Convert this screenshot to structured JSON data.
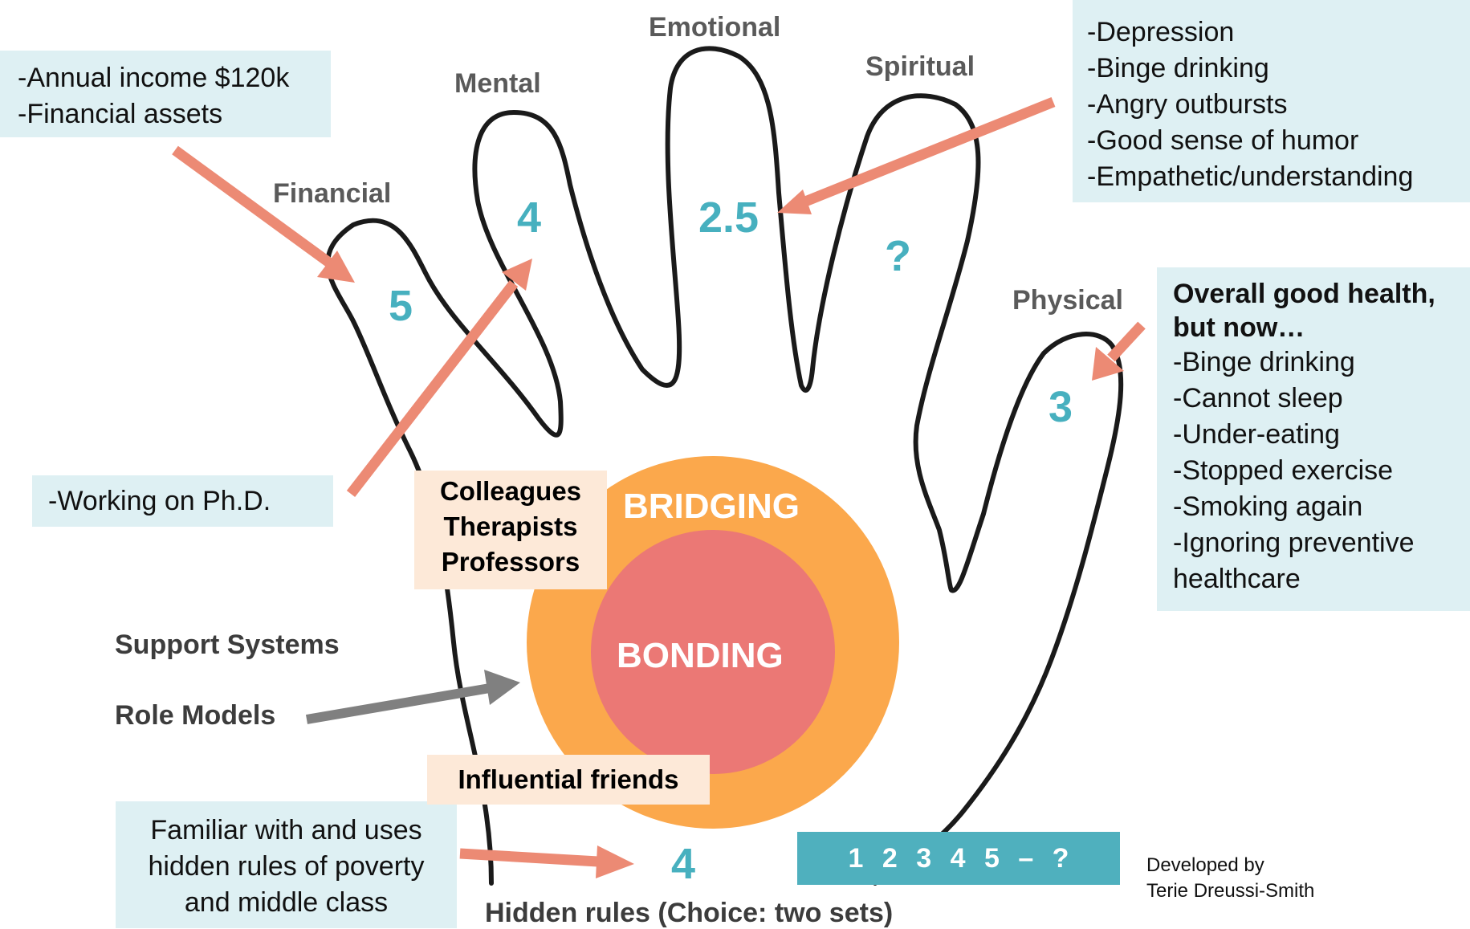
{
  "fingers": {
    "financial": {
      "label": "Financial",
      "score": "5"
    },
    "mental": {
      "label": "Mental",
      "score": "4"
    },
    "emotional": {
      "label": "Emotional",
      "score": "2.5"
    },
    "spiritual": {
      "label": "Spiritual",
      "score": "?"
    },
    "physical": {
      "label": "Physical",
      "score": "3"
    }
  },
  "notes": {
    "financial": [
      "-Annual income $120k",
      "-Financial assets"
    ],
    "emotional": [
      "-Depression",
      "-Binge drinking",
      "-Angry outbursts",
      "-Good sense of humor",
      "-Empathetic/understanding"
    ],
    "mental": [
      "-Working on Ph.D."
    ],
    "physical_heading": [
      "Overall good health,",
      "but now…"
    ],
    "physical": [
      "-Binge drinking",
      "-Cannot sleep",
      "-Under-eating",
      "-Stopped exercise",
      "-Smoking again",
      "-Ignoring preventive",
      "healthcare"
    ],
    "hidden_rules": [
      "Familiar with and uses",
      "hidden rules of poverty",
      "and middle class"
    ]
  },
  "circles": {
    "outer": "BRIDGING",
    "inner": "BONDING",
    "bridging_people": [
      "Colleagues",
      "Therapists",
      "Professors"
    ],
    "influential": "Influential friends"
  },
  "support": {
    "systems": "Support Systems",
    "role_models": "Role Models"
  },
  "hidden_rules": {
    "score": "4",
    "caption": "Hidden rules (Choice: two sets)"
  },
  "scale": "1 2 3 4 5 – ?",
  "credit": [
    "Developed by",
    "Terie Dreussi-Smith"
  ],
  "colors": {
    "arrow": "#ec8a74",
    "gray_arrow": "#808080",
    "outer_circle": "#fba84c",
    "inner_circle": "#eb7875",
    "score": "#47b0bf",
    "note_bg": "#def0f3",
    "scale_bg": "#4fb0be"
  }
}
